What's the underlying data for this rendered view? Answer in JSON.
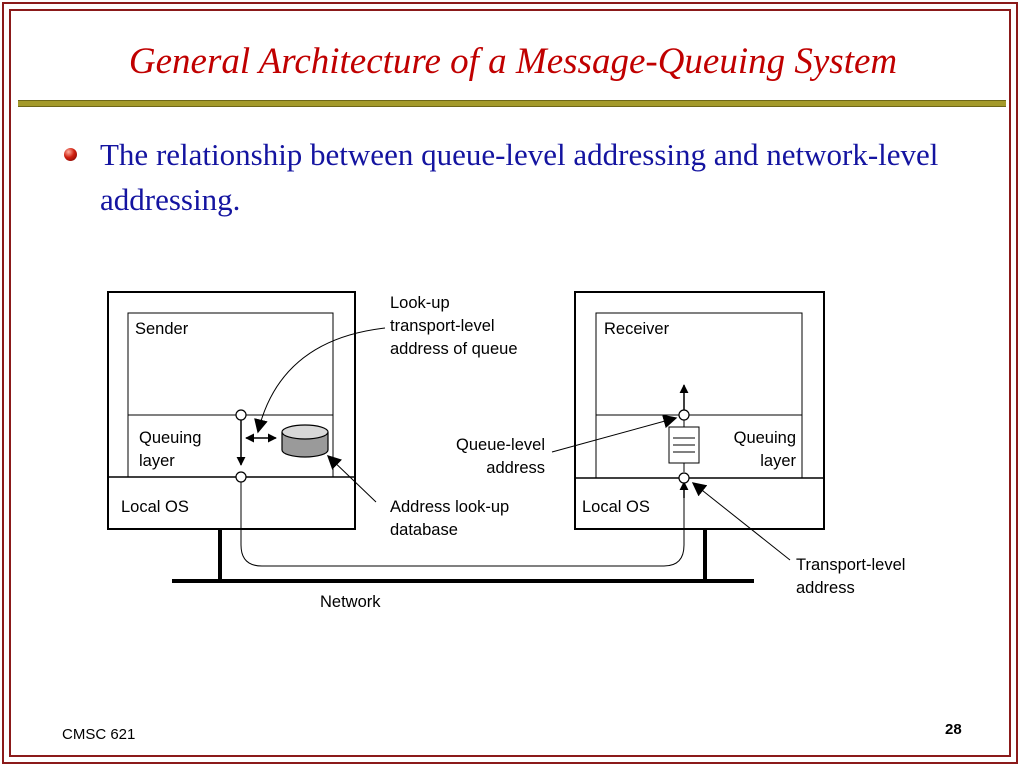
{
  "slide": {
    "title": "General Architecture of a Message-Queuing System",
    "bullet": "The relationship between queue-level addressing and network-level addressing.",
    "footer": "CMSC 621",
    "page_number": "28"
  },
  "diagram": {
    "sender_label": "Sender",
    "receiver_label": "Receiver",
    "sender_queuing_layer": [
      "Queuing",
      "layer"
    ],
    "receiver_queuing_layer": [
      "Queuing",
      "layer"
    ],
    "sender_local_os": "Local OS",
    "receiver_local_os": "Local OS",
    "lookup_note": [
      "Look-up",
      "transport-level",
      "address of queue"
    ],
    "queue_level_address": [
      "Queue-level",
      "address"
    ],
    "address_db": [
      "Address look-up",
      "database"
    ],
    "transport_level_address": [
      "Transport-level",
      "address"
    ],
    "network_label": "Network"
  },
  "colors": {
    "frame": "#8b1a1a",
    "title": "#c00000",
    "rule": "#a49a2a",
    "bullet_text": "#1414a0"
  }
}
